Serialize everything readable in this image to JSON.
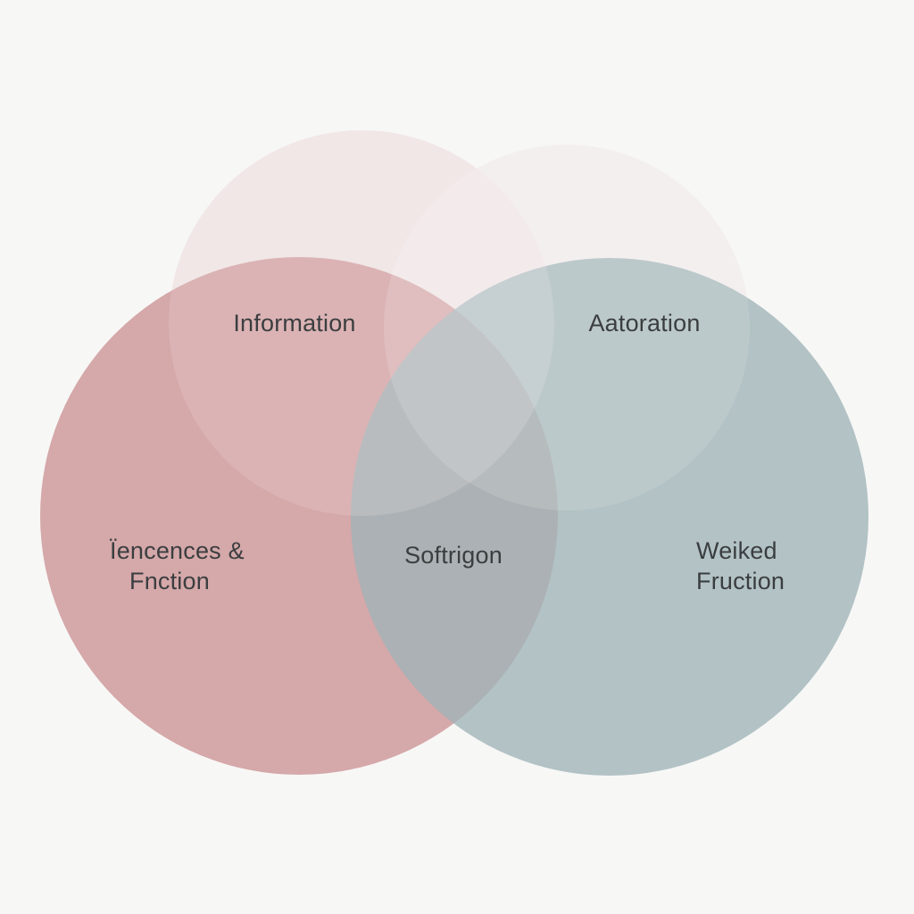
{
  "diagram": {
    "colors": {
      "background": "#f7f7f6",
      "top_circle": "#ecdcdc",
      "top_inner_circle": "#efe3e2",
      "left_circle": "#cf9a9b",
      "right_circle": "#9fb4b7",
      "label_text": "#3b3e40"
    },
    "labels": {
      "top_left": "Information",
      "top_right": "Aatoration",
      "left_line1": "Ïencences &",
      "left_line2": "Fnction",
      "center": "Softrigon",
      "right_line1": "Weiked",
      "right_line2": "Fruction"
    }
  }
}
